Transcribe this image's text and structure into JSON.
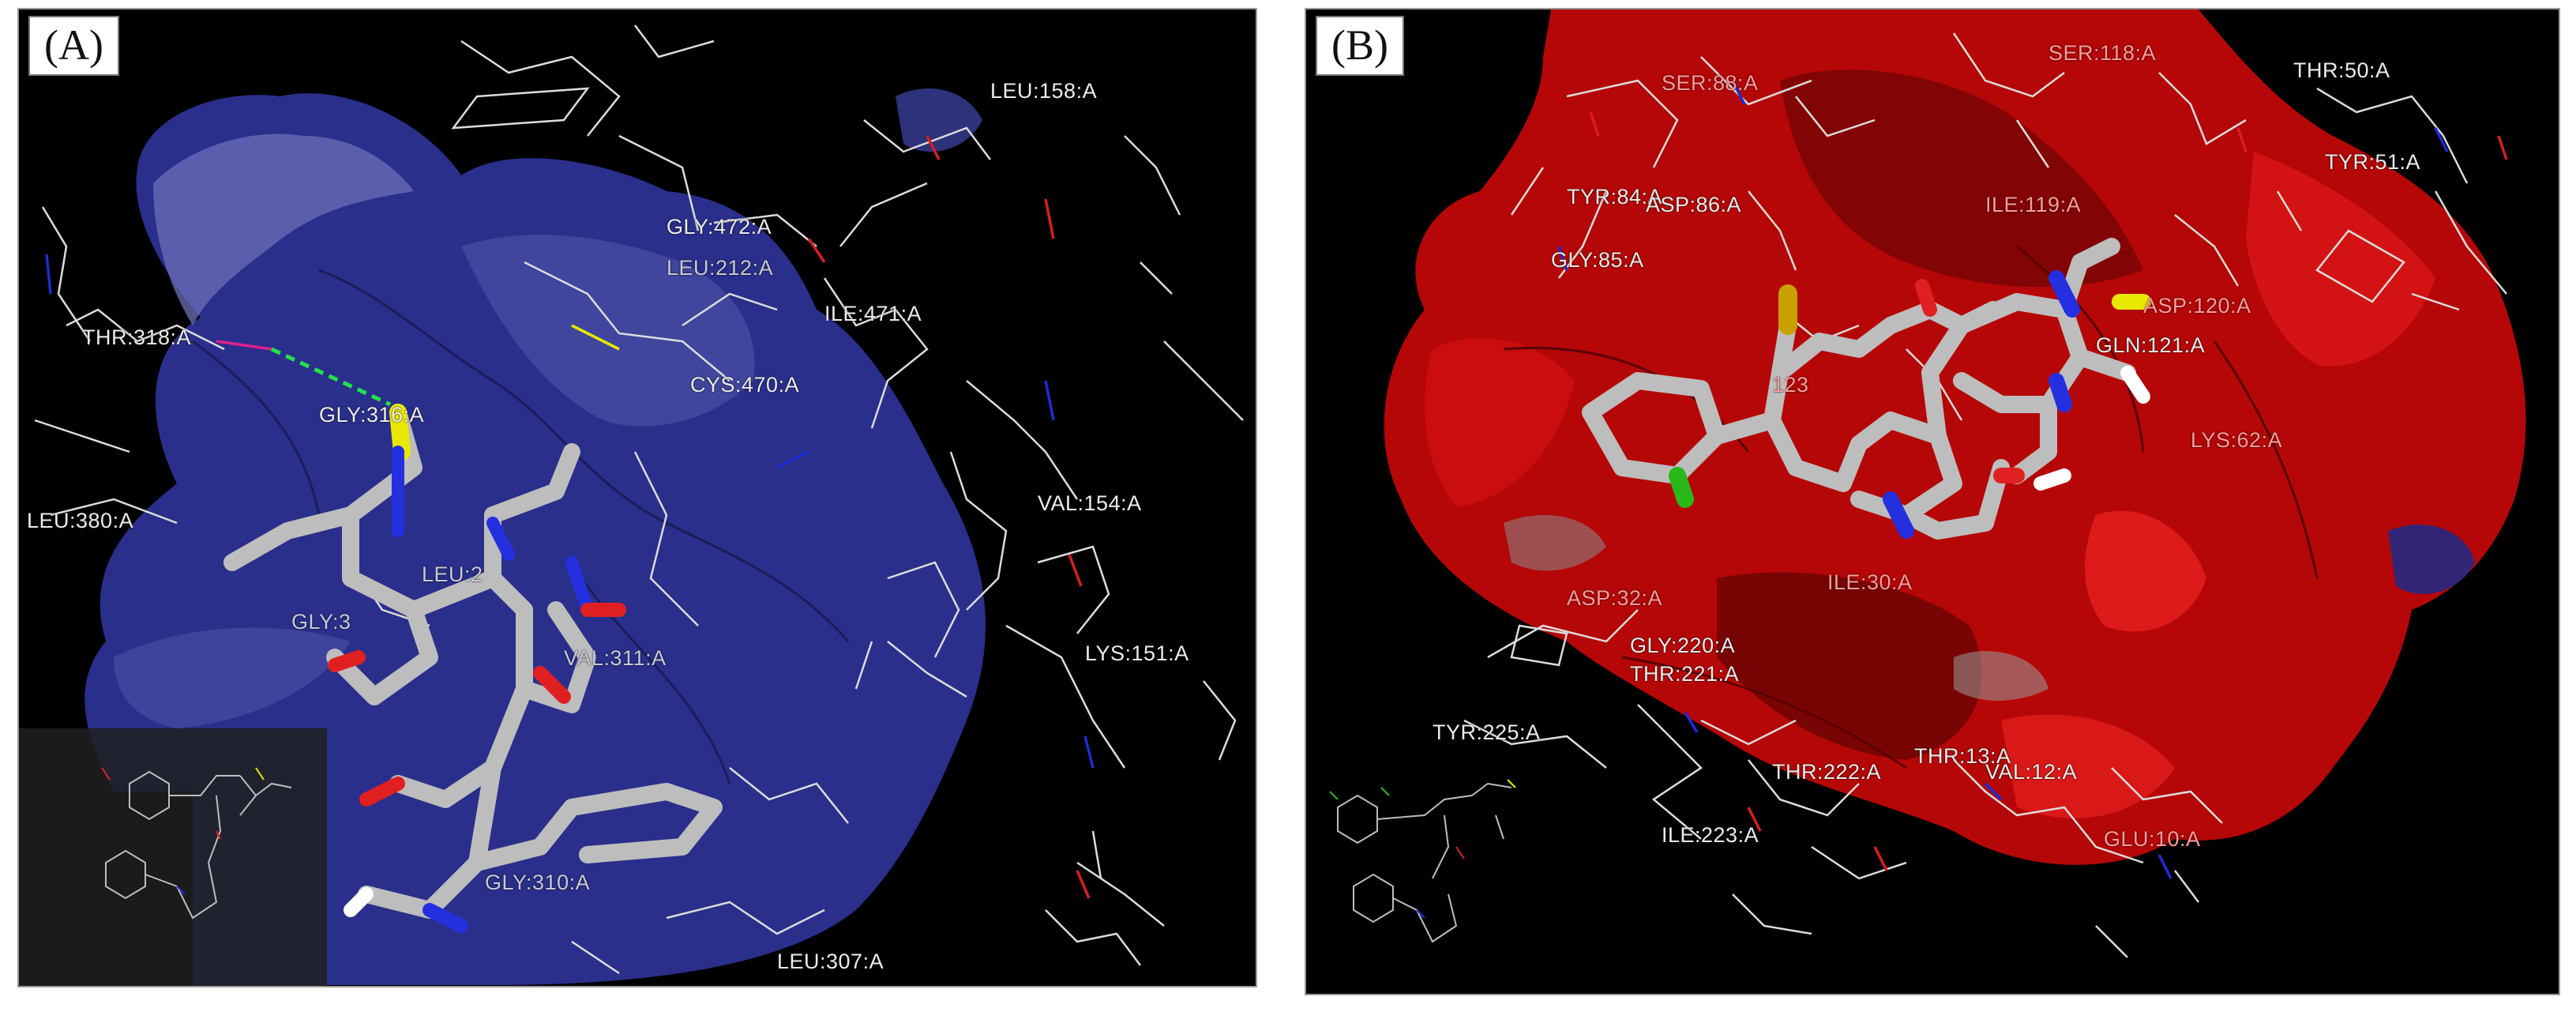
{
  "panels": [
    {
      "label": "(A)",
      "surface_color": "#2a2f8f",
      "residues": [
        "LEU:158:A",
        "GLY:472:A",
        "LEU:212:A",
        "ILE:471:A",
        "THR:318:A",
        "CYS:470:A",
        "GLY:316:A",
        "LEU:380:A",
        "VAL:154:A",
        "LEU:2",
        "GLY:3",
        "VAL:311:A",
        "LYS:151:A",
        "GLY:310:A",
        "LEU:307:A"
      ]
    },
    {
      "label": "(B)",
      "surface_color": "#c40808",
      "residues": [
        "SER:88:A",
        "SER:118:A",
        "THR:50:A",
        "TYR:51:A",
        "TYR:84:A",
        "ASP:86:A",
        "ILE:119:A",
        "GLY:85:A",
        "ASP:120:A",
        "GLN:121:A",
        "123",
        "LYS:62:A",
        "ILE:30:A",
        "ASP:32:A",
        "GLY:220:A",
        "THR:221:A",
        "TYR:225:A",
        "THR:222:A",
        "THR:13:A",
        "VAL:12:A",
        "ILE:223:A",
        "GLU:10:A"
      ]
    }
  ]
}
